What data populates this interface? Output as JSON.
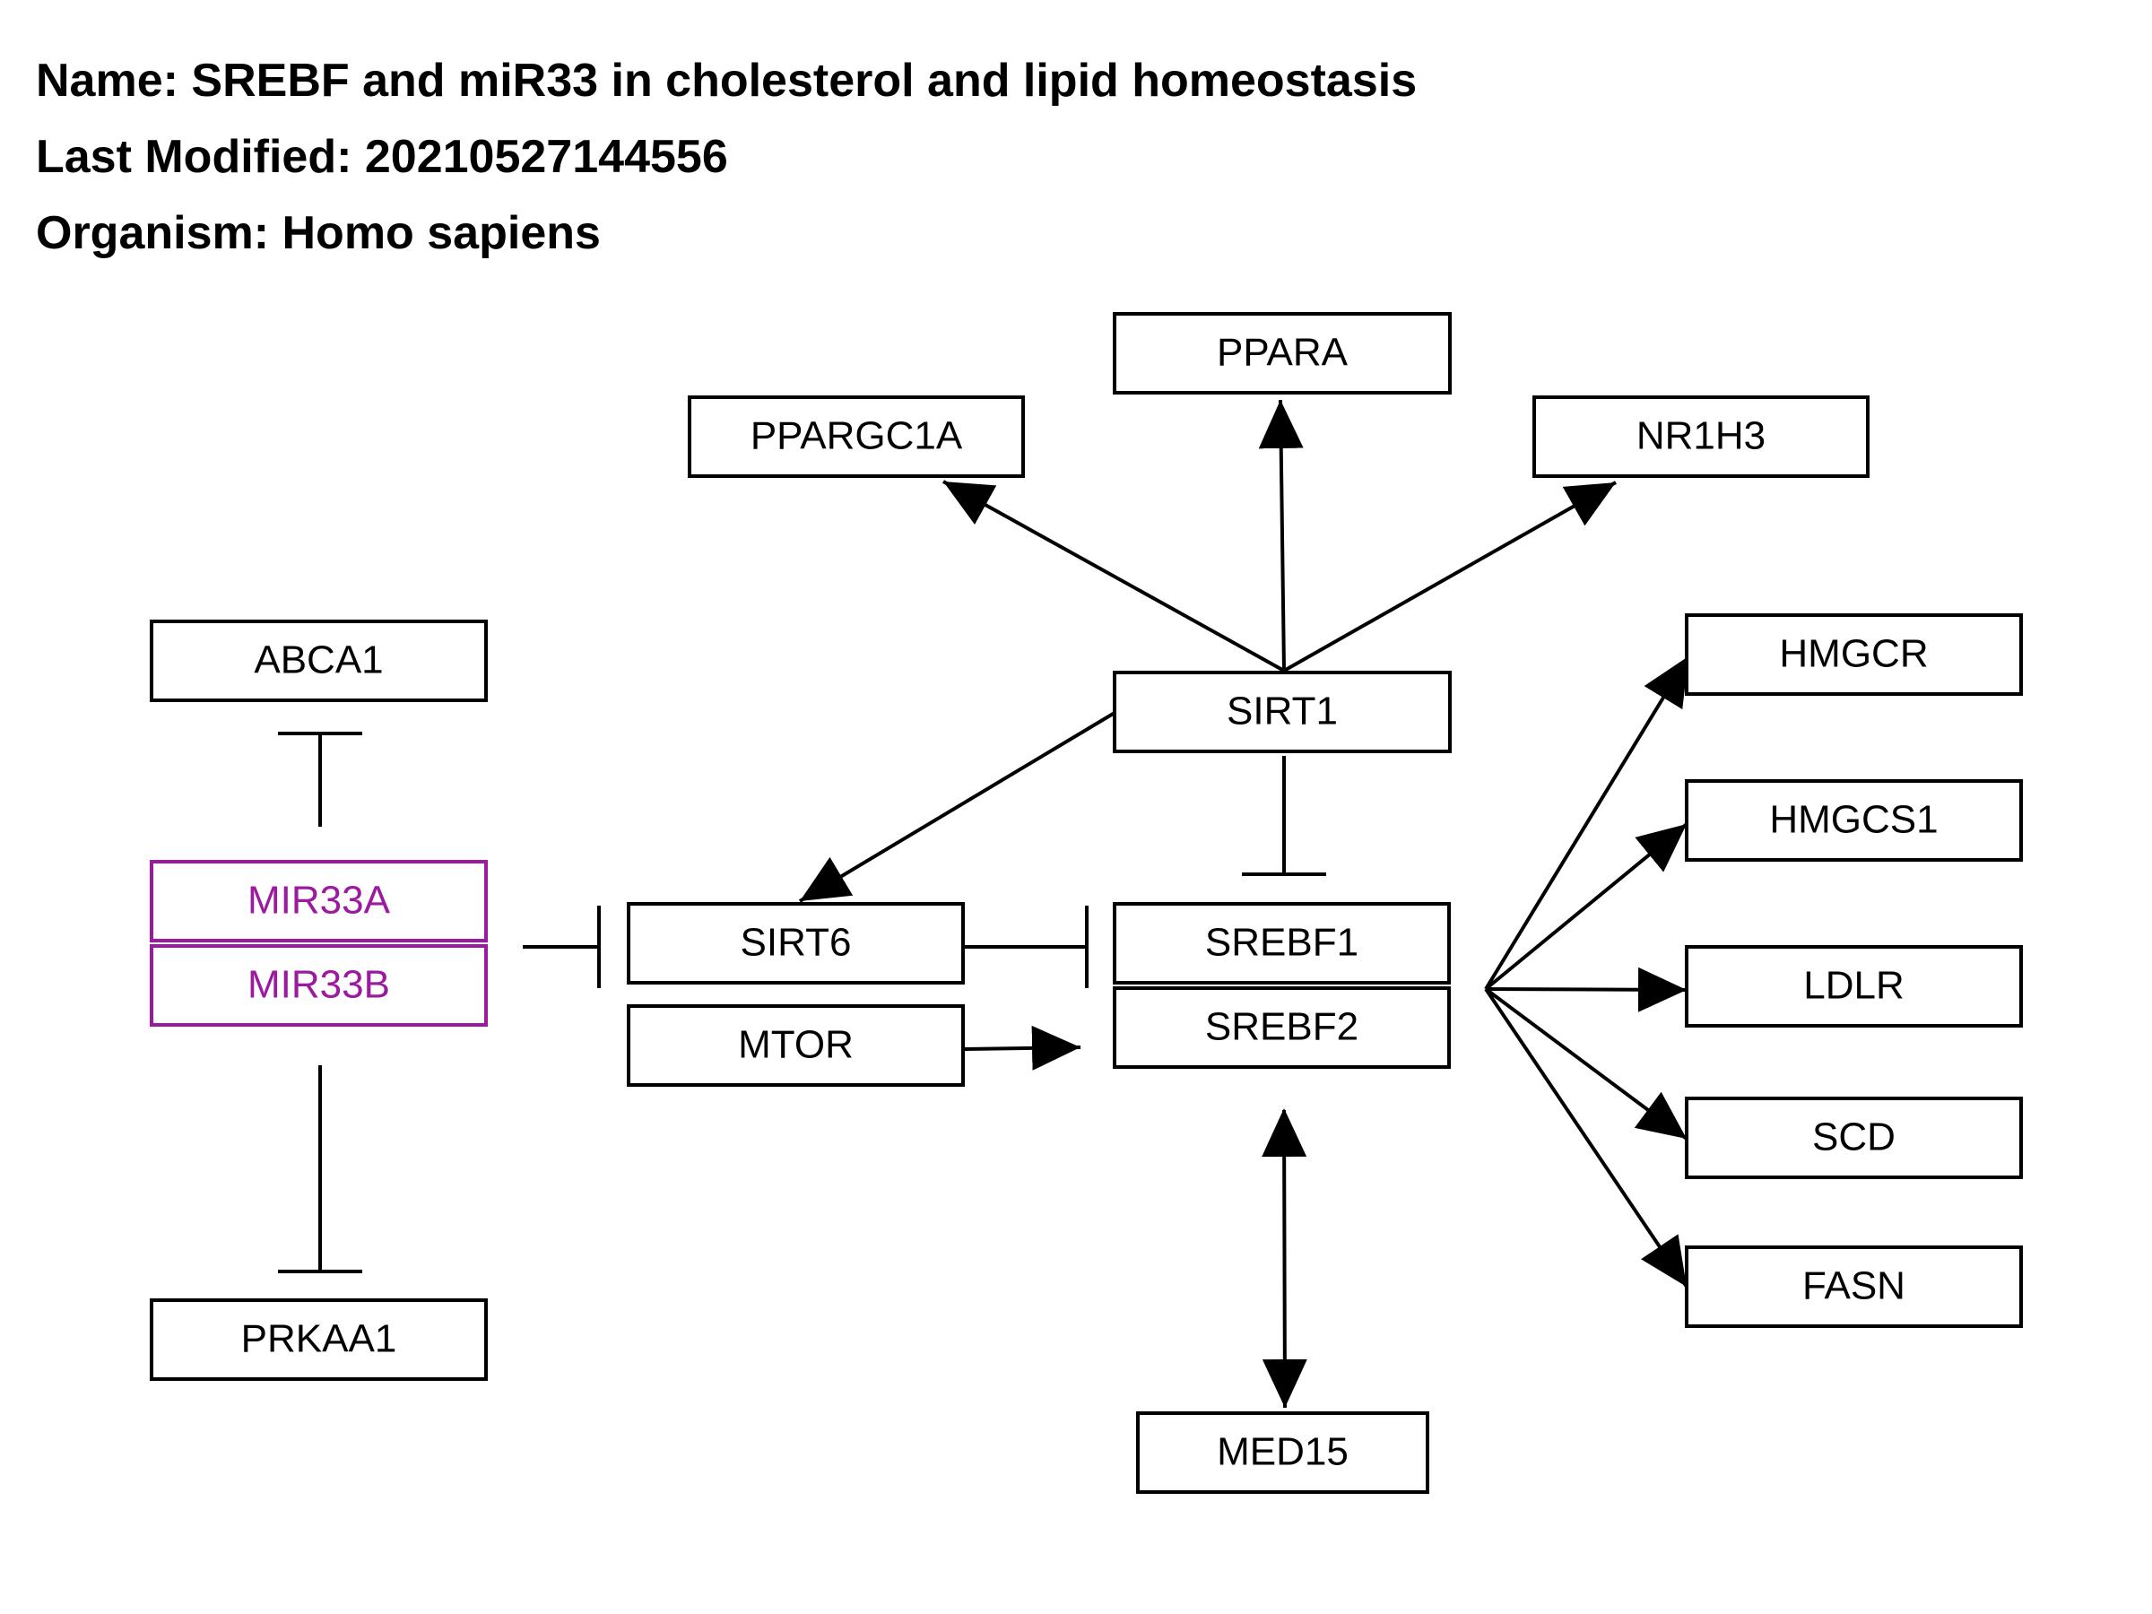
{
  "header": {
    "name": "Name: SREBF and miR33 in cholesterol and lipid homeostasis",
    "last_modified": "Last Modified: 20210527144556",
    "organism": "Organism: Homo sapiens"
  },
  "colors": {
    "default": "#000000",
    "mirna": "#9b1a9f"
  },
  "nodes": [
    {
      "id": "PPARA",
      "label": "PPARA"
    },
    {
      "id": "PPARGC1A",
      "label": "PPARGC1A"
    },
    {
      "id": "NR1H3",
      "label": "NR1H3"
    },
    {
      "id": "ABCA1",
      "label": "ABCA1"
    },
    {
      "id": "SIRT1",
      "label": "SIRT1"
    },
    {
      "id": "HMGCR",
      "label": "HMGCR"
    },
    {
      "id": "HMGCS1",
      "label": "HMGCS1"
    },
    {
      "id": "MIR33A",
      "label": "MIR33A",
      "type": "mirna"
    },
    {
      "id": "MIR33B",
      "label": "MIR33B",
      "type": "mirna"
    },
    {
      "id": "SIRT6",
      "label": "SIRT6"
    },
    {
      "id": "SREBF1",
      "label": "SREBF1"
    },
    {
      "id": "LDLR",
      "label": "LDLR"
    },
    {
      "id": "MTOR",
      "label": "MTOR"
    },
    {
      "id": "SREBF2",
      "label": "SREBF2"
    },
    {
      "id": "SCD",
      "label": "SCD"
    },
    {
      "id": "FASN",
      "label": "FASN"
    },
    {
      "id": "PRKAA1",
      "label": "PRKAA1"
    },
    {
      "id": "MED15",
      "label": "MED15"
    }
  ],
  "edges": [
    {
      "from": "SIRT1",
      "to": "PPARA",
      "type": "arrow"
    },
    {
      "from": "SIRT1",
      "to": "PPARGC1A",
      "type": "arrow"
    },
    {
      "from": "SIRT1",
      "to": "NR1H3",
      "type": "arrow"
    },
    {
      "from": "SIRT1",
      "to": "SIRT6",
      "type": "arrow"
    },
    {
      "from": "SIRT1",
      "to": "SREBF1",
      "type": "inhibit"
    },
    {
      "from": "MIR33",
      "to": "ABCA1",
      "type": "inhibit"
    },
    {
      "from": "MIR33",
      "to": "PRKAA1",
      "type": "inhibit"
    },
    {
      "from": "MIR33",
      "to": "SIRT6",
      "type": "inhibit"
    },
    {
      "from": "SIRT6",
      "to": "SREBF1",
      "type": "inhibit"
    },
    {
      "from": "MTOR",
      "to": "SREBF2",
      "type": "arrow"
    },
    {
      "from": "SREBF",
      "to": "HMGCR",
      "type": "arrow"
    },
    {
      "from": "SREBF",
      "to": "HMGCS1",
      "type": "arrow"
    },
    {
      "from": "SREBF",
      "to": "LDLR",
      "type": "arrow"
    },
    {
      "from": "SREBF",
      "to": "SCD",
      "type": "arrow"
    },
    {
      "from": "SREBF",
      "to": "FASN",
      "type": "arrow"
    },
    {
      "from": "SREBF2",
      "to": "MED15",
      "type": "bidirectional"
    }
  ]
}
